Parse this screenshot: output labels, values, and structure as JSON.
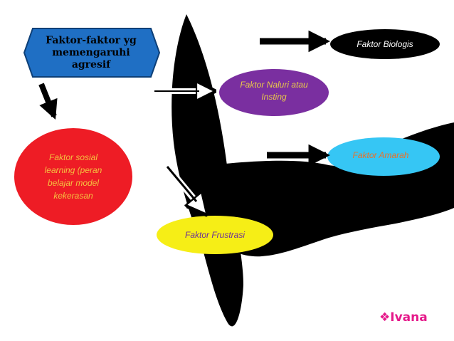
{
  "main": {
    "label": "Faktor-faktor yg memengaruhi agresif"
  },
  "factors": {
    "biologis": "Faktor Biologis",
    "naluri": "Faktor Naluri atau Insting",
    "amarah": "Faktor Amarah",
    "sosial": "Faktor sosial learning (peran belajar model kekerasan",
    "frustrasi": "Faktor Frustrasi"
  },
  "credit": {
    "symbol": "❖",
    "name": "Ivana"
  },
  "colors": {
    "hexagon": "#1f6fc4",
    "biologis": "#000000",
    "naluri": "#7a2fa0",
    "amarah": "#36c6f4",
    "sosial": "#ee1c25",
    "frustrasi": "#f6ee16",
    "credit": "#e5198a"
  }
}
